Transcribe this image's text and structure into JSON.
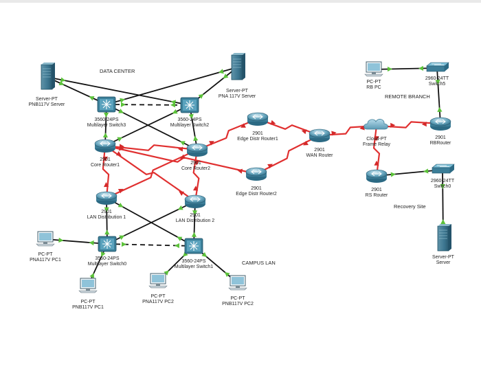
{
  "areas": {
    "data_center": "DATA CENTER",
    "remote_branch": "REMOTE BRANCH",
    "campus_lan": "CAMPUS LAN",
    "recovery_site": "Recovery Site"
  },
  "devices": {
    "server_pnb": {
      "model": "Server-PT",
      "name": "PNB117V Server",
      "icon": "server-icon"
    },
    "server_pna": {
      "model": "Server-PT",
      "name": "PNA 117V Server",
      "icon": "server-icon"
    },
    "mls3": {
      "model": "3560-24PS",
      "name": "Multilayer Switch3",
      "icon": "multilayer-switch-icon"
    },
    "mls2": {
      "model": "3560-24PS",
      "name": "Multilayer Switch2",
      "icon": "multilayer-switch-icon"
    },
    "core1": {
      "model": "2901",
      "name": "Core Router1",
      "icon": "router-icon"
    },
    "core2": {
      "model": "2901",
      "name": "Core Router2",
      "icon": "router-icon"
    },
    "edge1": {
      "model": "2901",
      "name": "Edge Distr Router1",
      "icon": "router-icon"
    },
    "edge2": {
      "model": "2901",
      "name": "Edge Distr Router2",
      "icon": "router-icon"
    },
    "wan": {
      "model": "2901",
      "name": "WAN Router",
      "icon": "router-icon"
    },
    "cloud": {
      "model": "Cloud-PT",
      "name": "Frame Relay",
      "icon": "cloud-icon"
    },
    "rbpc": {
      "model": "PC-PT",
      "name": "RB PC",
      "icon": "pc-icon"
    },
    "sw5": {
      "model": "2960-24TT",
      "name": "Switch5",
      "icon": "switch-icon"
    },
    "rbrouter": {
      "model": "2901",
      "name": "RBRouter",
      "icon": "router-icon"
    },
    "rsrouter": {
      "model": "2901",
      "name": "RS Router",
      "icon": "router-icon"
    },
    "sw0": {
      "model": "2960-24TT",
      "name": "Switch0",
      "icon": "switch-icon"
    },
    "server_rs": {
      "model": "Server-PT",
      "name": "Server",
      "icon": "server-icon"
    },
    "dist1": {
      "model": "2901",
      "name": "LAN Distribution 1",
      "icon": "router-icon"
    },
    "dist2": {
      "model": "2901",
      "name": "LAN Distribution 2",
      "icon": "router-icon"
    },
    "mls0": {
      "model": "3560-24PS",
      "name": "Multilayer Switch0",
      "icon": "multilayer-switch-icon"
    },
    "mls1": {
      "model": "3560-24PS",
      "name": "Multilayer Switch1",
      "icon": "multilayer-switch-icon"
    },
    "pc_pna1": {
      "model": "PC-PT",
      "name": "PNA117V PC1",
      "icon": "pc-icon"
    },
    "pc_pnb1": {
      "model": "PC-PT",
      "name": "PNB117V PC1",
      "icon": "pc-icon"
    },
    "pc_pna2": {
      "model": "PC-PT",
      "name": "PNA117V PC2",
      "icon": "pc-icon"
    },
    "pc_pnb2": {
      "model": "PC-PT",
      "name": "PNB117V PC2",
      "icon": "pc-icon"
    }
  },
  "links": [
    {
      "from": "server_pnb",
      "to": "mls3",
      "kind": "copper"
    },
    {
      "from": "server_pnb",
      "to": "mls2",
      "kind": "copper"
    },
    {
      "from": "server_pna",
      "to": "mls3",
      "kind": "copper"
    },
    {
      "from": "server_pna",
      "to": "mls2",
      "kind": "copper"
    },
    {
      "from": "mls3",
      "to": "mls2",
      "kind": "dashed"
    },
    {
      "from": "mls3",
      "to": "core1",
      "kind": "copper"
    },
    {
      "from": "mls3",
      "to": "core2",
      "kind": "copper"
    },
    {
      "from": "mls2",
      "to": "core1",
      "kind": "copper"
    },
    {
      "from": "mls2",
      "to": "core2",
      "kind": "copper"
    },
    {
      "from": "core1",
      "to": "core2",
      "kind": "serial"
    },
    {
      "from": "core1",
      "to": "edge2",
      "kind": "serial"
    },
    {
      "from": "core1",
      "to": "dist1",
      "kind": "serial"
    },
    {
      "from": "core1",
      "to": "dist2",
      "kind": "serial"
    },
    {
      "from": "core2",
      "to": "edge1",
      "kind": "serial"
    },
    {
      "from": "core2",
      "to": "dist1",
      "kind": "serial"
    },
    {
      "from": "core2",
      "to": "dist2",
      "kind": "serial"
    },
    {
      "from": "edge1",
      "to": "wan",
      "kind": "serial"
    },
    {
      "from": "edge2",
      "to": "wan",
      "kind": "serial"
    },
    {
      "from": "wan",
      "to": "cloud",
      "kind": "serial"
    },
    {
      "from": "cloud",
      "to": "rbrouter",
      "kind": "serial"
    },
    {
      "from": "cloud",
      "to": "rsrouter",
      "kind": "serial"
    },
    {
      "from": "rbpc",
      "to": "sw5",
      "kind": "copper"
    },
    {
      "from": "sw5",
      "to": "rbrouter",
      "kind": "copper"
    },
    {
      "from": "rsrouter",
      "to": "sw0",
      "kind": "copper"
    },
    {
      "from": "sw0",
      "to": "server_rs",
      "kind": "copper"
    },
    {
      "from": "dist1",
      "to": "mls0",
      "kind": "copper"
    },
    {
      "from": "dist1",
      "to": "mls1",
      "kind": "copper"
    },
    {
      "from": "dist2",
      "to": "mls0",
      "kind": "copper"
    },
    {
      "from": "dist2",
      "to": "mls1",
      "kind": "copper"
    },
    {
      "from": "mls0",
      "to": "mls1",
      "kind": "dashed"
    },
    {
      "from": "pc_pna1",
      "to": "mls0",
      "kind": "copper"
    },
    {
      "from": "pc_pnb1",
      "to": "mls0",
      "kind": "copper"
    },
    {
      "from": "pc_pna2",
      "to": "mls1",
      "kind": "copper"
    },
    {
      "from": "pc_pnb2",
      "to": "mls1",
      "kind": "copper"
    }
  ],
  "colors": {
    "copper": "#111111",
    "serial": "#e03030",
    "link_up": "#5cc23a",
    "link_down": "#d42a2a",
    "device_blue": "#2a6c86"
  }
}
